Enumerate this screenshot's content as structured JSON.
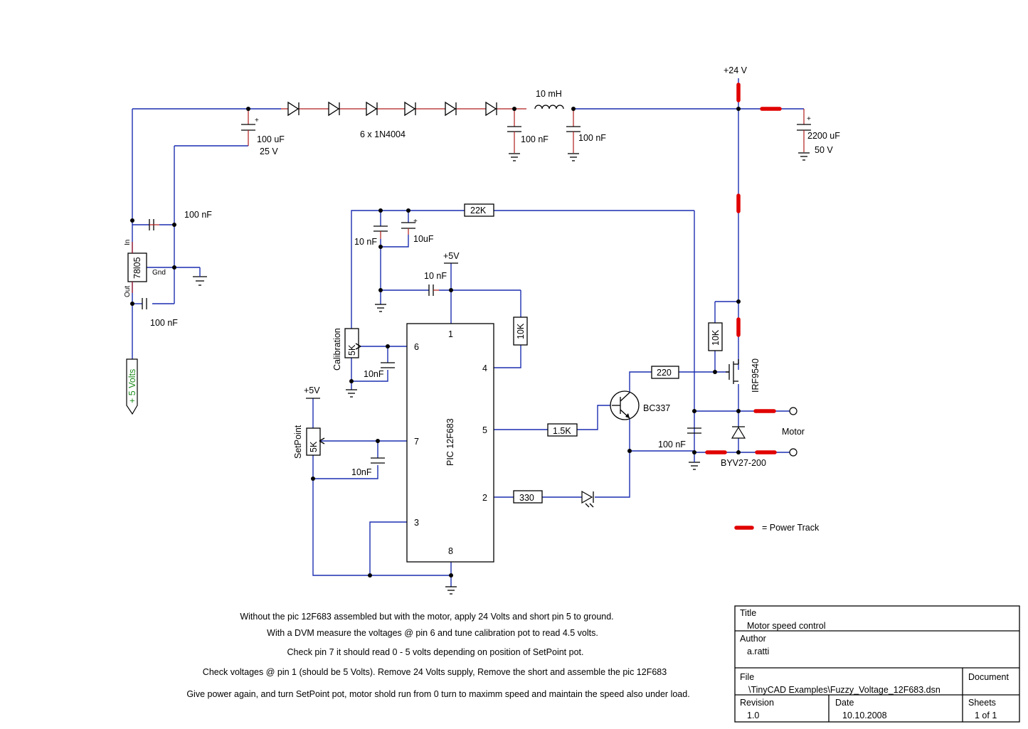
{
  "labels": {
    "cap_100uf": "100 uF",
    "cap_25v": "25 V",
    "diodes": "6 x 1N4004",
    "inductor": "10 mH",
    "cap_100nf_a": "100 nF",
    "cap_100nf_b": "100 nF",
    "supply_24v": "+24 V",
    "cap_2200uf": "2200 uF",
    "cap_50v": "50 V",
    "reg_in_cap": "100 nF",
    "reg_out_cap": "100 nF",
    "reg_name": "78l05",
    "reg_in": "In",
    "reg_gnd": "Gnd",
    "reg_out": "Out",
    "port_5v": "+ 5 Volts",
    "r_22k": "22K",
    "c_10nf_top": "10 nF",
    "c_10uf": "10uF",
    "plus5v_top": "+5V",
    "c_10nf_dec": "10 nF",
    "r_10k_pic": "10K",
    "calibration": "Calibration",
    "pot_cal": "5K",
    "c_10nf_cal": "10nF",
    "plus5v_left": "+5V",
    "setpoint": "SetPoint",
    "pot_set": "5K",
    "c_10nf_set": "10nF",
    "pic_name": "PIC 12F683",
    "pin1": "1",
    "pin2": "2",
    "pin3": "3",
    "pin4": "4",
    "pin5": "5",
    "pin6": "6",
    "pin7": "7",
    "pin8": "8",
    "r_220": "220",
    "r_10k_gate": "10K",
    "mosfet": "IRF9540",
    "transistor": "BC337",
    "r_1k5": "1.5K",
    "r_330": "330",
    "c_100nf_motor": "100 nF",
    "motor": "Motor",
    "diode_byv": "BYV27-200",
    "legend": "= Power Track",
    "plus": "+"
  },
  "notes": [
    "Without the pic 12F683 assembled but with the motor, apply 24 Volts and short pin 5 to ground.",
    "With a DVM measure the voltages @ pin 6 and tune calibration pot to read 4.5 volts.",
    "Check pin 7 it should read 0 - 5 volts depending on position of SetPoint pot.",
    "Check voltages @ pin 1 (should be 5 Volts). Remove 24 Volts supply, Remove the short and assemble the pic 12F683",
    "Give power again, and turn SetPoint pot, motor shold run from 0 turn to maximm speed and maintain the speed also under load."
  ],
  "title_block": {
    "title_label": "Title",
    "title_value": "Motor speed control",
    "author_label": "Author",
    "author_value": "a.ratti",
    "file_label": "File",
    "file_value": "\\TinyCAD Examples\\Fuzzy_Voltage_12F683.dsn",
    "document_label": "Document",
    "revision_label": "Revision",
    "revision_value": "1.0",
    "date_label": "Date",
    "date_value": "10.10.2008",
    "sheets_label": "Sheets",
    "sheets_value": "1 of 1"
  },
  "colors": {
    "wire": "#1c2fb0",
    "pin": "#b01c1c",
    "power_track": "#e00000",
    "port_label": "#1c8c1c"
  }
}
